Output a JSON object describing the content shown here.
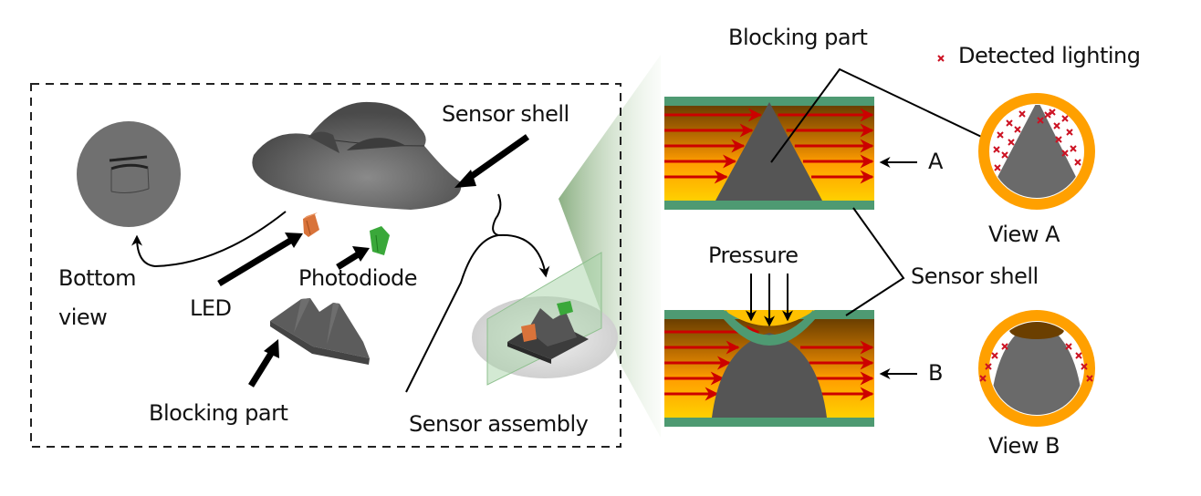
{
  "figure": {
    "exploded_view": {
      "frame_title": "Sensor assembly",
      "labels": {
        "sensor_shell": "Sensor shell",
        "bottom_view_line1": "Bottom",
        "bottom_view_line2": "view",
        "led": "LED",
        "photodiode": "Photodiode",
        "blocking_part": "Blocking part",
        "sensor_assembly": "Sensor assembly"
      },
      "component_colors": {
        "shell": "#5a5a5a",
        "led": "#d9733a",
        "photodiode": "#3aa83a",
        "blocking_part": "#555555"
      }
    },
    "cross_sections": {
      "blocking_part_label": "Blocking part",
      "sensor_shell_label": "Sensor shell",
      "pressure_label": "Pressure",
      "section_a_label": "A",
      "section_b_label": "B",
      "light_rays_per_side": 5,
      "colors": {
        "shell_layer": "#4e9a72",
        "light_top": "#6b3f00",
        "light_mid": "#ff9d00",
        "light_bottom": "#ffd000",
        "ray": "#cc0000",
        "blocker": "#555555"
      }
    },
    "views": {
      "legend_marker": "×",
      "legend_text": "Detected lighting",
      "view_a_label": "View A",
      "view_b_label": "View B",
      "view_a_detections": 18,
      "view_b_detections": 8,
      "colors": {
        "ring": "#ffa000",
        "marker": "#cc1122",
        "blocker": "#6a6a6a",
        "pressed_cap": "#6b3f00"
      }
    }
  }
}
